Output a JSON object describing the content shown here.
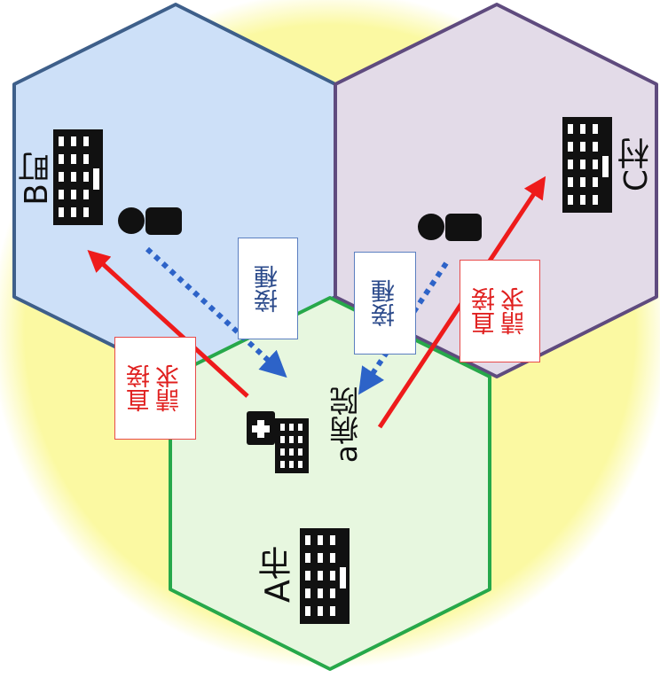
{
  "regions": {
    "a_city": {
      "label": "A市"
    },
    "b_town": {
      "label": "B町"
    },
    "c_village": {
      "label": "C村"
    }
  },
  "hospital": {
    "label": "a病院"
  },
  "flows": {
    "vaccination_b": {
      "label": "接種"
    },
    "vaccination_c": {
      "label": "接種"
    },
    "claim_b": {
      "line1": "直接",
      "line2": "請求"
    },
    "claim_c": {
      "line1": "直接",
      "line2": "請求"
    }
  },
  "colors": {
    "background_glow": "#fbf9a2",
    "b_town_fill": "#cde0f8",
    "b_town_border": "#3e5f8a",
    "c_village_fill": "#e3dbe8",
    "c_village_border": "#5f4b7e",
    "a_city_fill": "#e7f7df",
    "a_city_border": "#27a84a",
    "vaccination_arrow": "#2d63c8",
    "claim_arrow": "#ee1b1b"
  },
  "icons": [
    "office-building-icon",
    "person-icon",
    "hospital-icon"
  ]
}
